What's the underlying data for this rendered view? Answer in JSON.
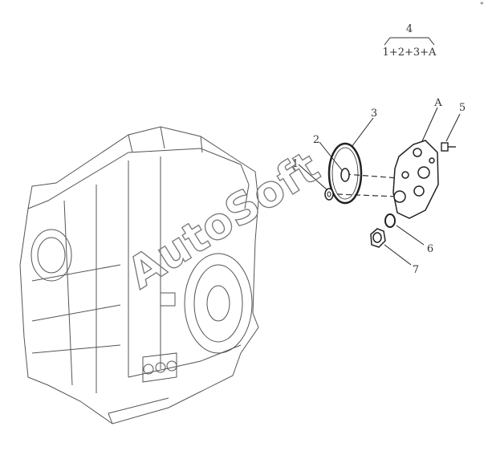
{
  "assembly": {
    "number": "4",
    "formula": "1+2+3+A"
  },
  "callouts": [
    {
      "id": "1",
      "text": "1"
    },
    {
      "id": "2",
      "text": "2"
    },
    {
      "id": "3",
      "text": "3"
    },
    {
      "id": "A",
      "text": "A"
    },
    {
      "id": "5",
      "text": "5"
    },
    {
      "id": "6",
      "text": "6"
    },
    {
      "id": "7",
      "text": "7"
    }
  ],
  "watermark": "AutoSoft",
  "corner_mark": "\""
}
